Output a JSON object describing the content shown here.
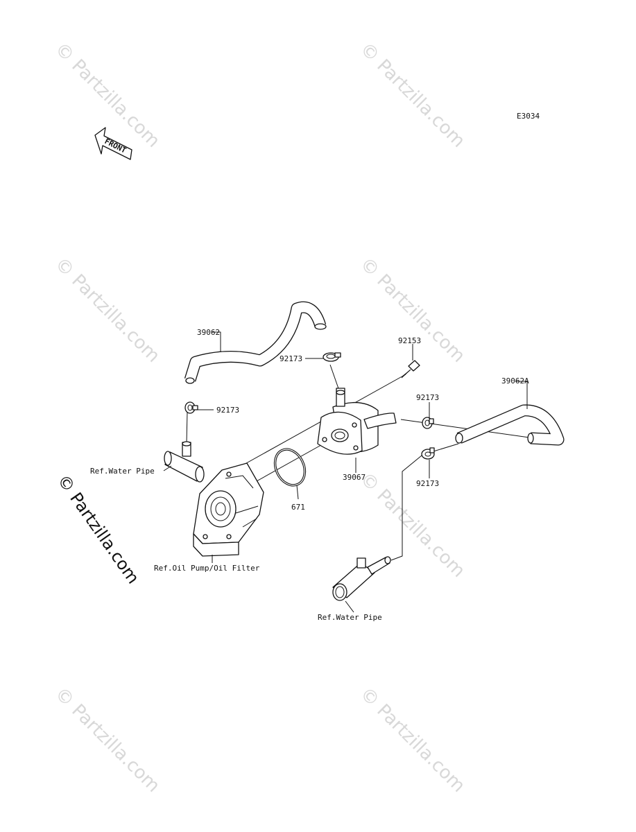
{
  "diagram": {
    "code": "E3034",
    "front_arrow_label": "FRONT",
    "watermark": "© Partzilla.com",
    "side_watermark": "© Partzilla.com",
    "parts": {
      "hose_upper": "39062",
      "clamp_top": "92173",
      "clamp_left": "92173",
      "bolt": "92153",
      "clamp_right_upper": "92173",
      "hose_right": "39062A",
      "clamp_right_lower": "92173",
      "oil_cooler": "39067",
      "o_ring": "671"
    },
    "references": {
      "water_pipe_left": "Ref.Water Pipe",
      "oil_pump_filter": "Ref.Oil Pump/Oil Filter",
      "water_pipe_bottom": "Ref.Water Pipe"
    }
  }
}
